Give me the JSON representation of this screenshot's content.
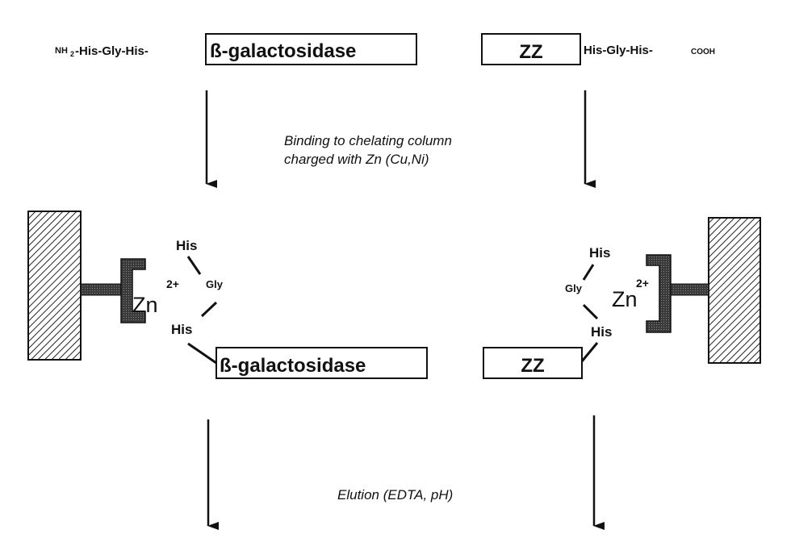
{
  "top": {
    "left_prefix_nh2": "NH",
    "left_prefix_sub": "2",
    "left_prefix_seq": "-His-Gly-His-",
    "left_protein": "ß-galactosidase",
    "right_protein": "ZZ",
    "right_suffix_seq": "His-Gly-His-",
    "right_suffix_cooh": "COOH"
  },
  "step1_caption": {
    "line1": "Binding to chelating column",
    "line2": "charged with Zn (Cu,Ni)"
  },
  "bound": {
    "left": {
      "metal": "Zn",
      "charge": "2+",
      "his_top": "His",
      "gly": "Gly",
      "his_bottom": "His",
      "protein": "ß-galactosidase"
    },
    "right": {
      "metal": "Zn",
      "charge": "2+",
      "his_top": "His",
      "gly": "Gly",
      "his_bottom": "His",
      "protein": "ZZ"
    }
  },
  "step2_caption": "Elution (EDTA, pH)"
}
